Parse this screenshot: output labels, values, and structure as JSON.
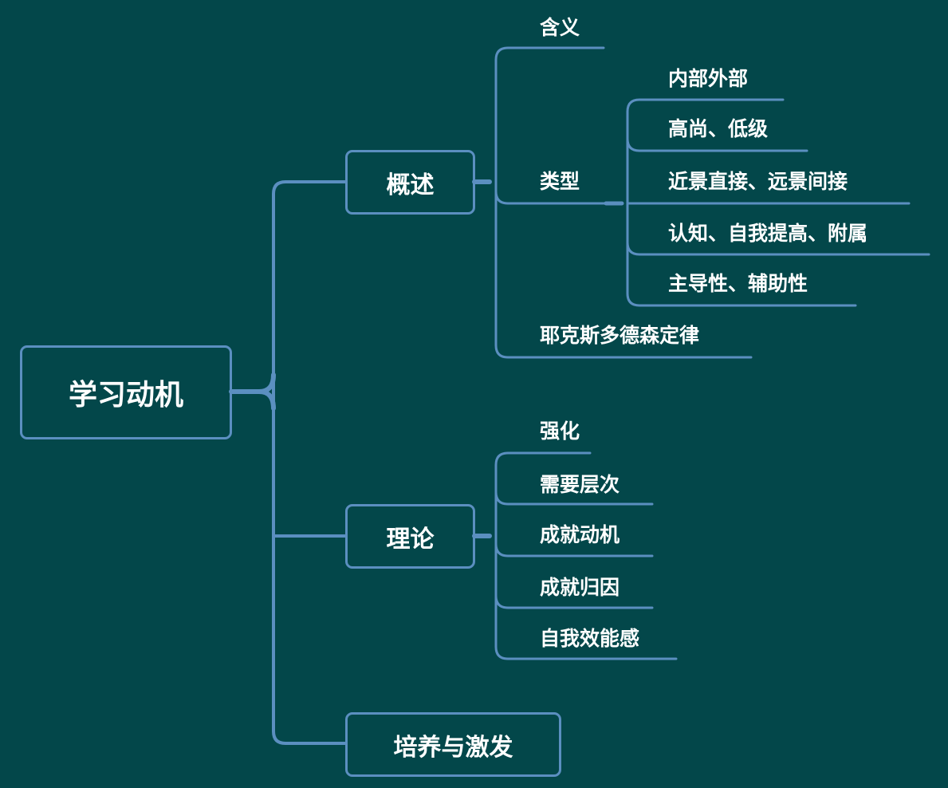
{
  "root": "学习动机",
  "branches": {
    "overview": {
      "label": "概述",
      "children": {
        "meaning": "含义",
        "types": {
          "label": "类型",
          "children": [
            "内部外部",
            "高尚、低级",
            "近景直接、远景间接",
            "认知、自我提高、附属",
            "主导性、辅助性"
          ]
        },
        "law": "耶克斯多德森定律"
      }
    },
    "theory": {
      "label": "理论",
      "children": [
        "强化",
        "需要层次",
        "成就动机",
        "成就归因",
        "自我效能感"
      ]
    },
    "cultivation": {
      "label": "培养与激发"
    }
  },
  "colors": {
    "background": "#03474a",
    "line": "#5b8fc0",
    "text": "#ffffff"
  }
}
